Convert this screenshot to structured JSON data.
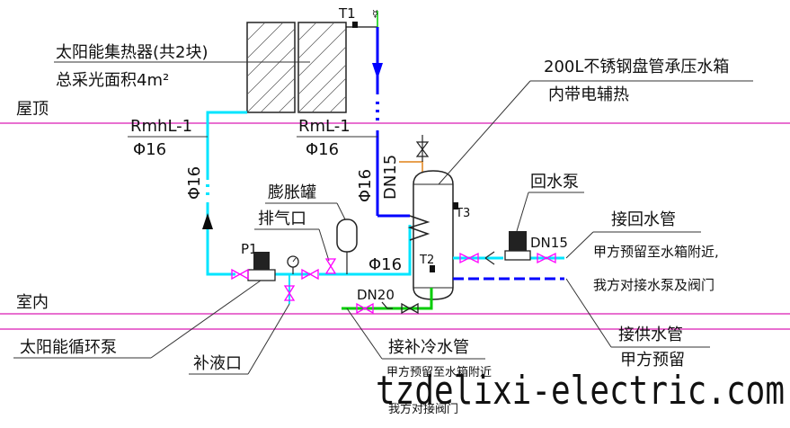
{
  "labels": {
    "collector": "太阳能集热器(共2块)",
    "area": "总采光面积4m²",
    "roof": "屋顶",
    "indoor": "室内",
    "t1": "T1",
    "rmhl": "RmhL-1",
    "rmhl_dia": "Φ16",
    "rml": "RmL-1",
    "rml_dia": "Φ16",
    "tank": "200L不锈钢盘管承压水箱",
    "tank2": "内带电辅热",
    "dn15_v": "DN15",
    "phi16_mid": "Φ16",
    "phi16_left": "Φ16",
    "expansion": "膨胀罐",
    "vent": "排气口",
    "p1": "P1",
    "phi16_h": "Φ16",
    "t2": "T2",
    "t3": "T3",
    "return_pump": "回水泵",
    "return_pipe": "接回水管",
    "dn15_h": "DN15",
    "party_a_return": "甲方预留至水箱附近,",
    "we_connect_return": "我方对接水泵及阀门",
    "dn20": "DN20",
    "circ_pump": "太阳能循环泵",
    "fill_port": "补液口",
    "cold_pipe": "接补冷水管",
    "party_a_cold": "甲方预留至水箱附近",
    "we_connect_cold": "我方对接阀门",
    "supply_pipe": "接供水管",
    "party_a_supply": "甲方预留"
  },
  "watermark": "tzdelixi-electric.com",
  "colors": {
    "solar_loop": "#00e5ff",
    "supply": "#0000ff",
    "cold": "#00cc00",
    "valve": "#ff00ff",
    "floor_line": "#e040c0",
    "vent_pipe": "#e8a050"
  },
  "icons": [
    "collector-panel",
    "pump",
    "valve",
    "pressure-gauge",
    "expansion-tank",
    "storage-tank",
    "thermometer-sensor"
  ]
}
